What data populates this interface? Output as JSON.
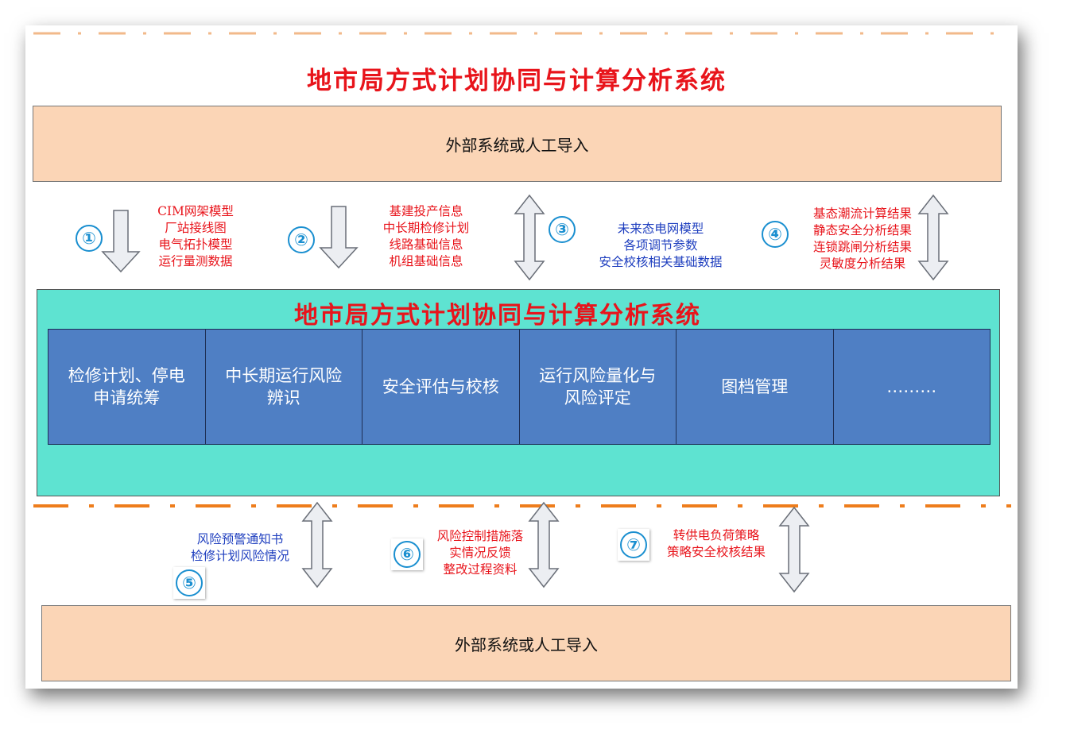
{
  "title": "地市局方式计划协同与计算分析系统",
  "top_box": "外部系统或人工导入",
  "bottom_box": "外部系统或人工导入",
  "system_title": "地市局方式计划协同与计算分析系统",
  "modules": [
    "检修计划、停电\n申请统筹",
    "中长期运行风险\n辨识",
    "安全评估与校核",
    "运行风险量化与\n风险评定",
    "图档管理",
    "………"
  ],
  "flows": [
    {
      "number": "①",
      "text": "CIM网架模型\n厂站接线图\n电气拓扑模型\n运行量测数据"
    },
    {
      "number": "②",
      "text": "基建投产信息\n中长期检修计划\n线路基础信息\n机组基础信息"
    },
    {
      "number": "③",
      "text": "未来态电网模型\n各项调节参数\n安全校核相关基础数据"
    },
    {
      "number": "④",
      "text": "基态潮流计算结果\n静态安全分析结果\n连锁跳闸分析结果\n灵敏度分析结果"
    },
    {
      "number": "⑤",
      "text": "风险预警通知书\n检修计划风险情况"
    },
    {
      "number": "⑥",
      "text": "风险控制措施落\n实情况反馈\n整改过程资料"
    },
    {
      "number": "⑦",
      "text": "转供电负荷策略\n策略安全校核结果"
    }
  ],
  "colors": {
    "title_red": "#e8141b",
    "external_box": "#fbd5b6",
    "system_panel": "#5ee3d1",
    "module_blue": "#4f7fc4",
    "dash_orange": "#ee7d1c",
    "label_blue": "#1f3fbf"
  }
}
